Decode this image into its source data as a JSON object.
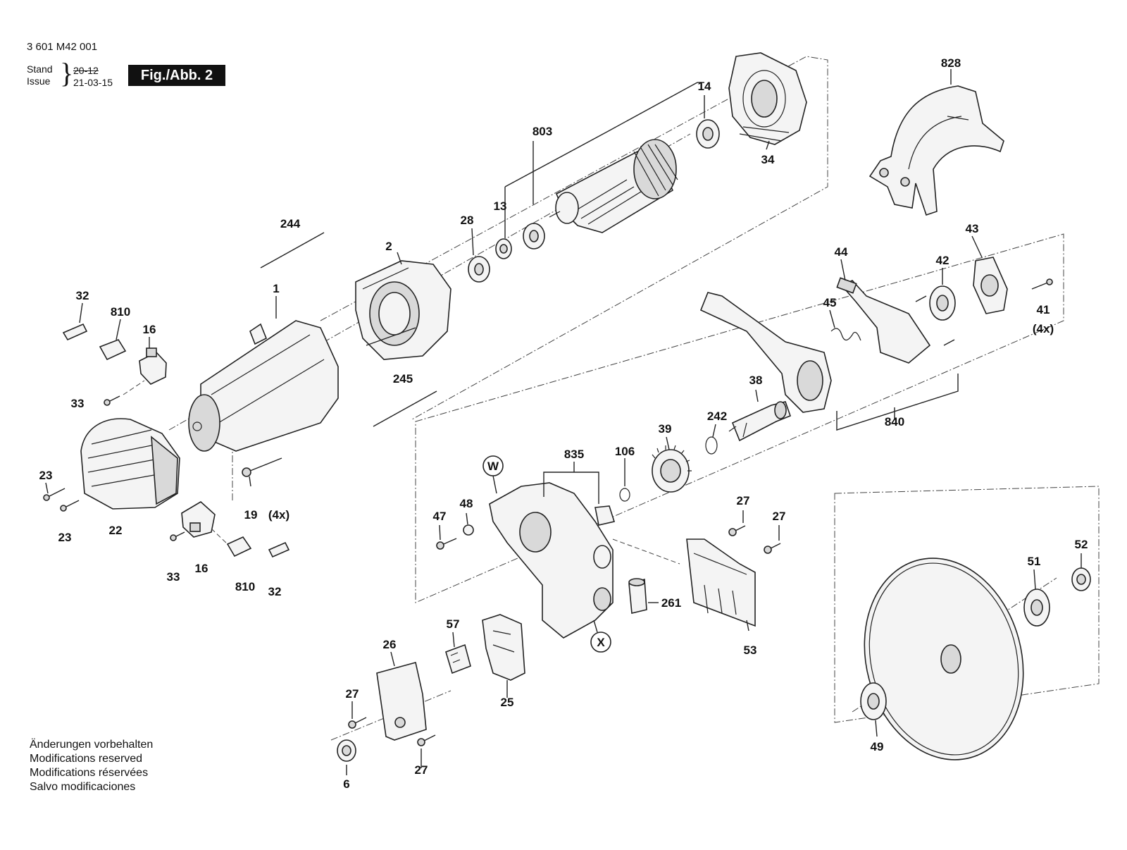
{
  "header": {
    "doc_number": "3 601 M42 001",
    "stand_label": "Stand",
    "issue_label": "Issue",
    "old_date": "20-12",
    "new_date": "21-03-15",
    "figure_tag": "Fig./Abb. 2"
  },
  "notes": [
    "Änderungen vorbehalten",
    "Modifications reserved",
    "Modifications réservées",
    "Salvo modificaciones"
  ],
  "parts": [
    {
      "no": "828"
    },
    {
      "no": "14"
    },
    {
      "no": "803"
    },
    {
      "no": "34"
    },
    {
      "no": "13"
    },
    {
      "no": "28"
    },
    {
      "no": "2"
    },
    {
      "no": "244"
    },
    {
      "no": "1"
    },
    {
      "no": "32"
    },
    {
      "no": "810"
    },
    {
      "no": "16"
    },
    {
      "no": "33"
    },
    {
      "no": "245"
    },
    {
      "no": "23"
    },
    {
      "no": "22"
    },
    {
      "no": "19"
    },
    {
      "no": "(4x)"
    },
    {
      "no": "43"
    },
    {
      "no": "44"
    },
    {
      "no": "42"
    },
    {
      "no": "45"
    },
    {
      "no": "41"
    },
    {
      "no": "840"
    },
    {
      "no": "38"
    },
    {
      "no": "242"
    },
    {
      "no": "39"
    },
    {
      "no": "835"
    },
    {
      "no": "106"
    },
    {
      "no": "W"
    },
    {
      "no": "47"
    },
    {
      "no": "48"
    },
    {
      "no": "27"
    },
    {
      "no": "53"
    },
    {
      "no": "261"
    },
    {
      "no": "X"
    },
    {
      "no": "57"
    },
    {
      "no": "26"
    },
    {
      "no": "25"
    },
    {
      "no": "6"
    },
    {
      "no": "52"
    },
    {
      "no": "51"
    },
    {
      "no": "49"
    }
  ]
}
